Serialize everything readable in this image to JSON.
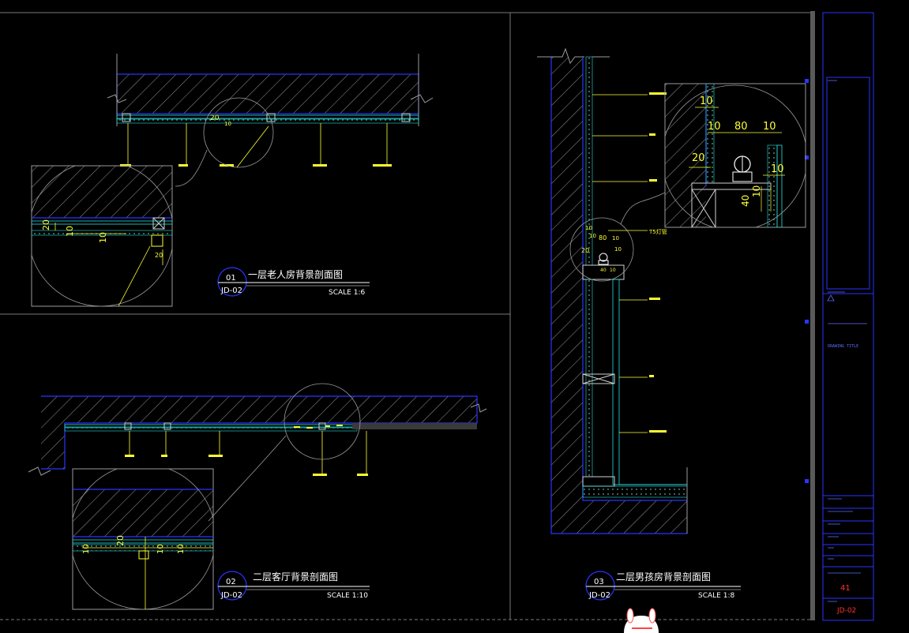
{
  "colors": {
    "background": "#000000",
    "structure": "#2a35ff",
    "hatch": "#cfcfcf",
    "annotation": "#ffff33",
    "finish": "#28e0e0",
    "frame": "#8a8a8a",
    "title_text": "#ffffff",
    "sheet_number": "#ff3030"
  },
  "details": [
    {
      "number": "01",
      "sheet": "JD-02",
      "title": "一层老人房背景剖面图",
      "scale": "SCALE 1:6",
      "dims": [
        "20",
        "10",
        "20",
        "10",
        "10",
        "20"
      ]
    },
    {
      "number": "02",
      "sheet": "JD-02",
      "title": "二层客厅背景剖面图",
      "scale": "SCALE 1:10",
      "dims": [
        "20",
        "10",
        "10",
        "10"
      ]
    },
    {
      "number": "03",
      "sheet": "JD-02",
      "title": "二层男孩房背景剖面图",
      "scale": "SCALE 1:8",
      "dims": [
        "10",
        "10",
        "80",
        "10",
        "20",
        "10",
        "40",
        "10"
      ],
      "enlarged_dims": [
        "10",
        "10",
        "80",
        "10",
        "20",
        "10",
        "40",
        "10"
      ],
      "callout": "T5灯管"
    }
  ],
  "title_block": {
    "sheet_no_value": "41",
    "drawing_no_value": "JD-02",
    "label_dwg_title": "DRAWING TITLE"
  }
}
